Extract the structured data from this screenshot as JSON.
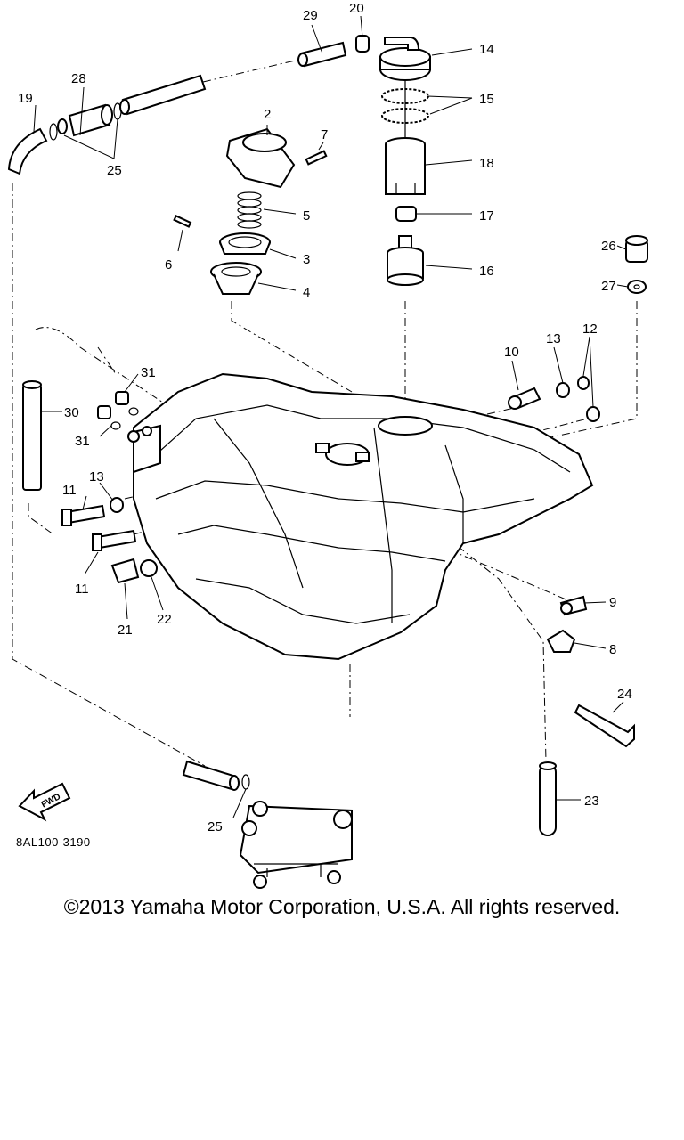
{
  "diagram": {
    "drawing_code": "8AL100-3190",
    "fwd_label": "FWD",
    "copyright": "©2013 Yamaha Motor Corporation, U.S.A. All rights reserved."
  },
  "callouts": {
    "c2": "2",
    "c3": "3",
    "c4": "4",
    "c5": "5",
    "c6": "6",
    "c7": "7",
    "c8": "8",
    "c9": "9",
    "c10": "10",
    "c11a": "11",
    "c11b": "11",
    "c12": "12",
    "c13a": "13",
    "c13b": "13",
    "c14": "14",
    "c15": "15",
    "c16": "16",
    "c17": "17",
    "c18": "18",
    "c19": "19",
    "c20": "20",
    "c21": "21",
    "c22": "22",
    "c23": "23",
    "c24": "24",
    "c25a": "25",
    "c25b": "25",
    "c26": "26",
    "c27": "27",
    "c28": "28",
    "c29": "29",
    "c30": "30",
    "c31a": "31",
    "c31b": "31"
  }
}
